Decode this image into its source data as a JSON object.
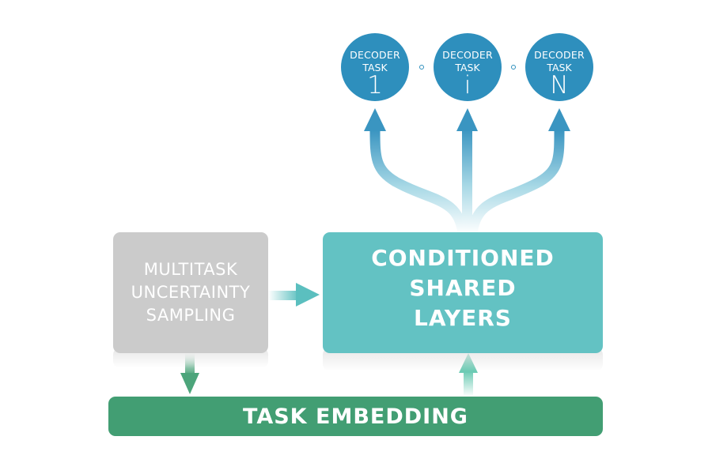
{
  "decoders": [
    {
      "line1": "DECODER",
      "line2": "TASK",
      "index": "1"
    },
    {
      "line1": "DECODER",
      "line2": "TASK",
      "index": "i"
    },
    {
      "line1": "DECODER",
      "line2": "TASK",
      "index": "N"
    }
  ],
  "separator_icon": "small-circle",
  "boxes": {
    "sampling": {
      "lines": [
        "MULTITASK",
        "UNCERTAINTY",
        "SAMPLING"
      ]
    },
    "shared": {
      "lines": [
        "CONDITIONED",
        "SHARED",
        "LAYERS"
      ]
    },
    "embedding": {
      "label": "TASK EMBEDDING"
    }
  },
  "colors": {
    "decoder": "#2e8fbd",
    "shared": "#63c2c3",
    "sampling": "#cbcbcb",
    "embedding": "#429e73"
  }
}
